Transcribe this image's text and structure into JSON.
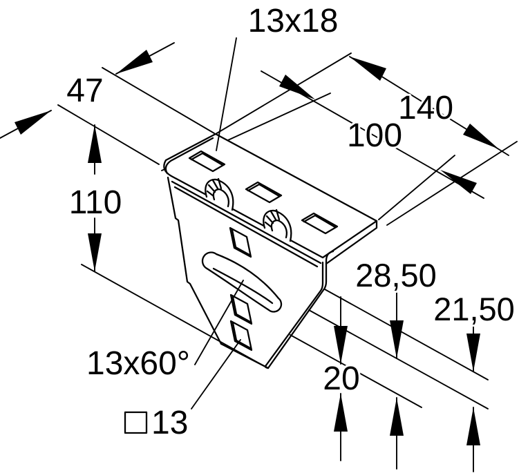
{
  "drawing": {
    "kind": "isometric technical drawing of a sheet-metal mounting bracket",
    "background_color": "#ffffff",
    "line_color": "#000000",
    "dims": {
      "flange_slot_size": "13x18",
      "flange_depth": "47",
      "flange_length_total": "140",
      "flange_hole_spacing": "100",
      "bracket_height": "110",
      "offset_a": "28,50",
      "offset_b": "21,50",
      "offset_c": "20",
      "curved_slot": "13x60°",
      "square_hole_symbol": "□",
      "square_hole_size": "13"
    }
  }
}
